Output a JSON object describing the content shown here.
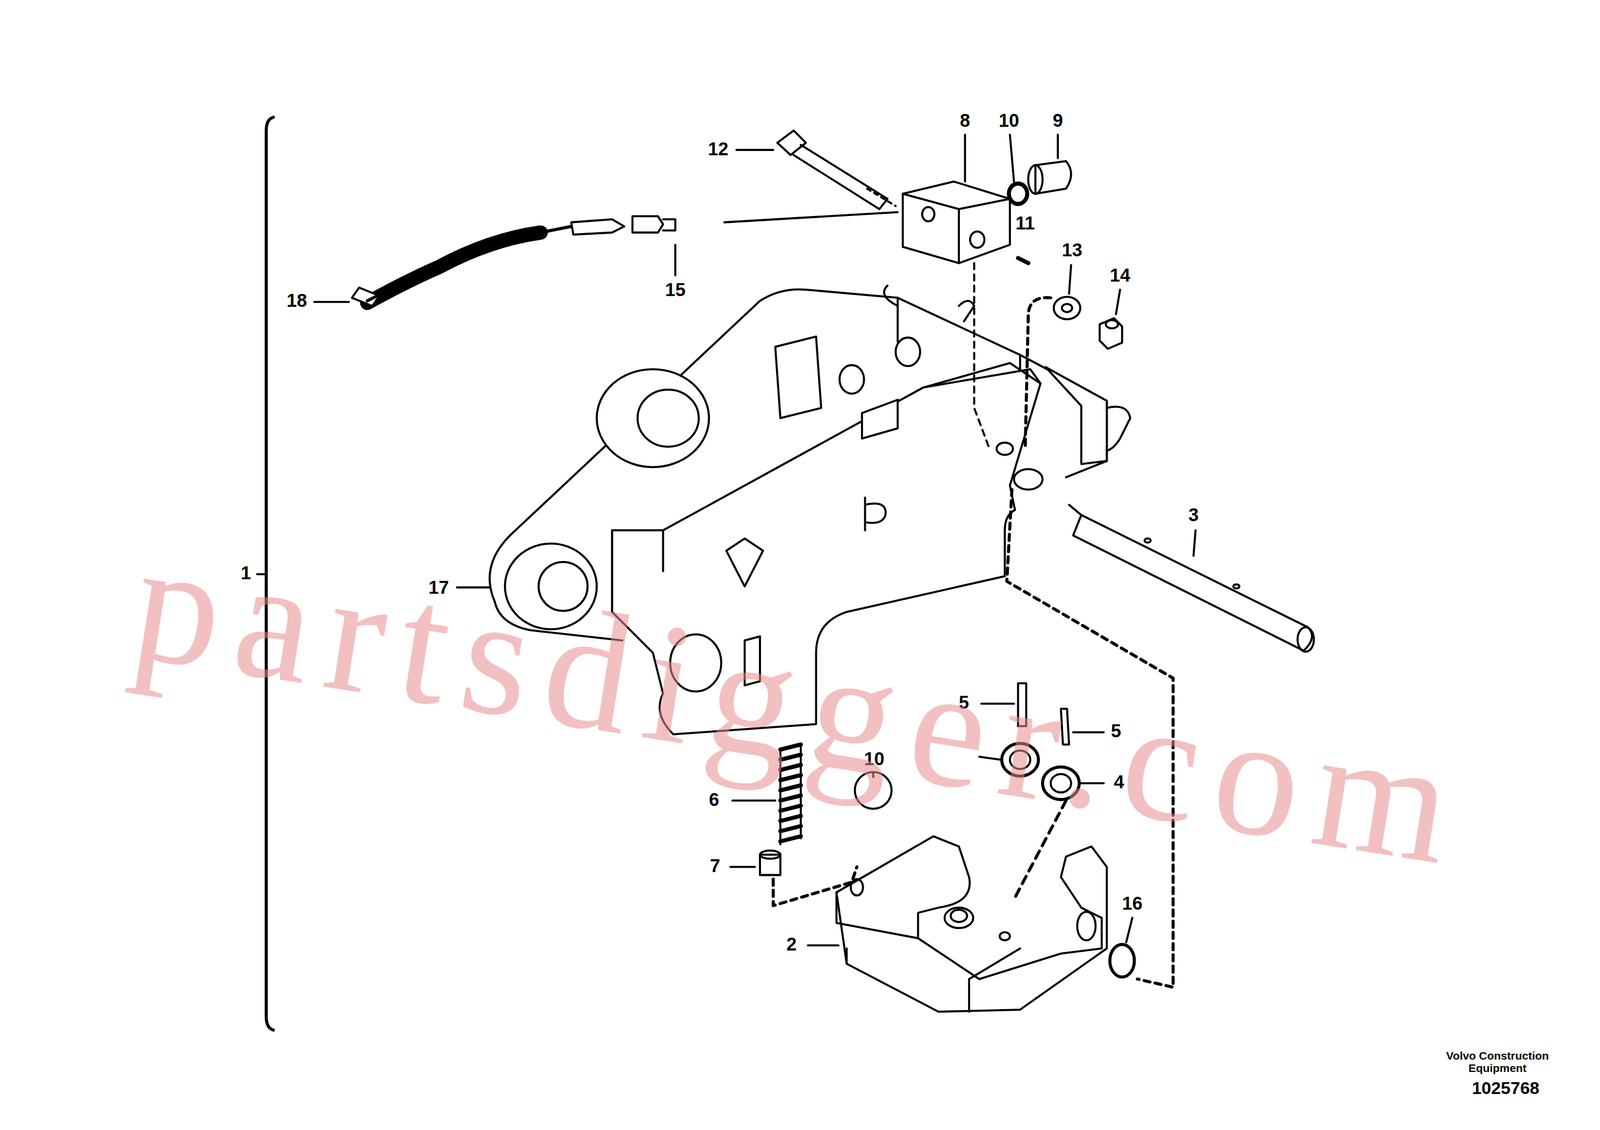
{
  "diagram": {
    "labels": [
      "12",
      "8",
      "10",
      "9",
      "11",
      "18",
      "15",
      "13",
      "14",
      "3",
      "1",
      "17",
      "5",
      "5",
      "10",
      "4",
      "6",
      "7",
      "2",
      "16",
      "partsdigger.com",
      "Volvo Construction Equipment",
      "1025768"
    ]
  }
}
